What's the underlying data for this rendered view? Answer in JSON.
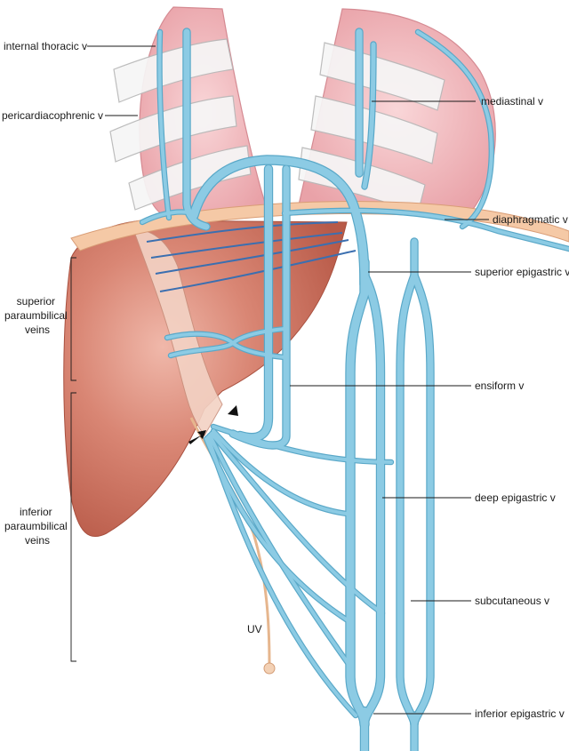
{
  "colors": {
    "vein": "#8ccbe4",
    "vein_edge": "#5aa8c8",
    "vein_dark": "#3b6fb0",
    "lung": "#f2b8bc",
    "lung_edge": "#d58a92",
    "liver": "#c9705e",
    "liver_light": "#e6a597",
    "diaphragm": "#f5c9a6",
    "umbilical": "#e6b68e"
  },
  "labels": {
    "internal_thoracic": "internal thoracic v",
    "pericardiacophrenic": "pericardiacophrenic v",
    "mediastinal": "mediastinal v",
    "diaphragmatic": "diaphragmatic v",
    "superior_epigastric": "superior epigastric v",
    "superior_paraumbilical": [
      "superior",
      "paraumbilical",
      "veins"
    ],
    "ensiform": "ensiform v",
    "inferior_paraumbilical": [
      "inferior",
      "paraumbilical",
      "veins"
    ],
    "deep_epigastric": "deep epigastric v",
    "subcutaneous": "subcutaneous v",
    "uv": "UV",
    "inferior_epigastric": "inferior epigastric v"
  }
}
